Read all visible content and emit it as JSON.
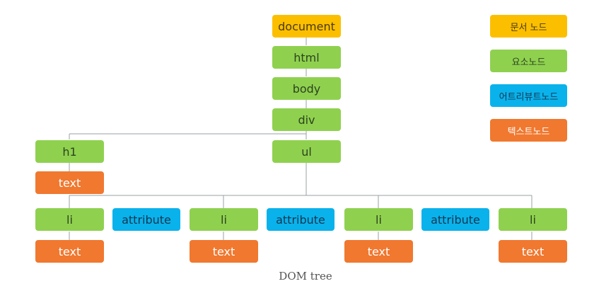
{
  "colors": {
    "document": "#fcbf00",
    "element": "#8fd14f",
    "attribute": "#0ab2ec",
    "text": "#f0782f",
    "line": "#9aa0a6"
  },
  "nodes": {
    "document": "document",
    "html": "html",
    "body": "body",
    "div": "div",
    "h1": "h1",
    "h1_text": "text",
    "ul": "ul",
    "li_1": "li",
    "li_1_attr": "attribute",
    "li_1_text": "text",
    "li_2": "li",
    "li_2_attr": "attribute",
    "li_2_text": "text",
    "li_3": "li",
    "li_3_attr": "attribute",
    "li_3_text": "text",
    "li_4": "li",
    "li_4_text": "text"
  },
  "legend": {
    "document": "문서 노드",
    "element": "요소노드",
    "attribute": "어트리뷰트노드",
    "text": "텍스트노드"
  },
  "caption": "DOM tree"
}
